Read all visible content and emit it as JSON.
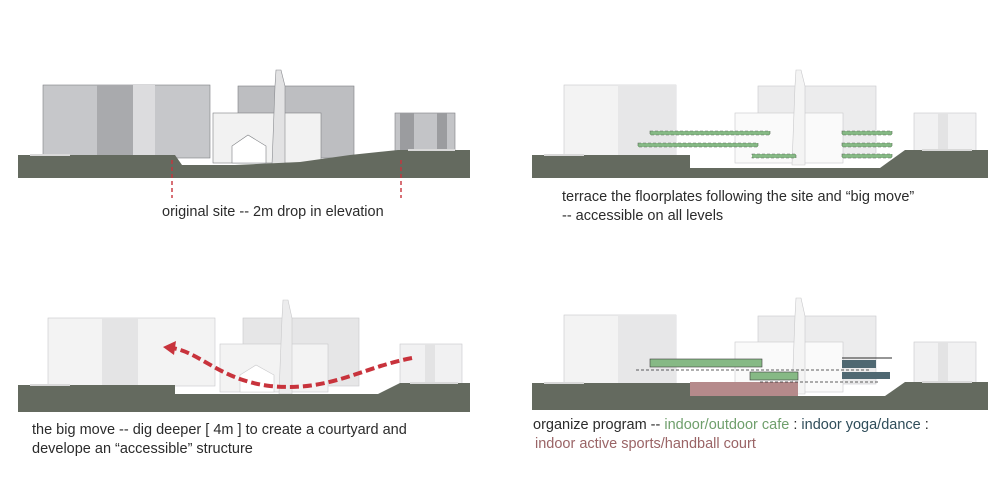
{
  "panels": {
    "original": {
      "caption": "original site -- 2m drop in elevation"
    },
    "terrace": {
      "caption_line1": "terrace the floorplates following the site and “big move”",
      "caption_line2": "-- accessible on all levels"
    },
    "big_move": {
      "caption_line1": "the big move -- dig deeper [ 4m ] to create a courtyard and",
      "caption_line2": "develope an “accessible” structure"
    },
    "program": {
      "caption_prefix": "organize program --",
      "cafe_label": "indoor/outdoor cafe",
      "separator1": ":",
      "yoga_label": "indoor yoga/dance",
      "separator2": ":",
      "court_label": "indoor active sports/handball court"
    }
  },
  "colors": {
    "ground": "#646a5f",
    "building_dark": "#b7b8bb",
    "building_mid": "#d3d3d6",
    "building_light": "#eaeaeb",
    "building_ghost": "#f3f3f3",
    "marker_red": "#c8333c",
    "cafe_green": "#86b985",
    "yoga_blue": "#4f6872",
    "court_rose": "#b58a8b"
  }
}
